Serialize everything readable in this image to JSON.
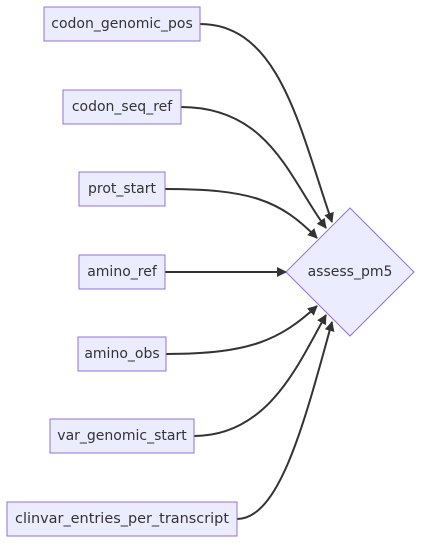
{
  "diagram": {
    "sources": [
      {
        "id": "codon_genomic_pos",
        "label": "codon_genomic_pos"
      },
      {
        "id": "codon_seq_ref",
        "label": "codon_seq_ref"
      },
      {
        "id": "prot_start",
        "label": "prot_start"
      },
      {
        "id": "amino_ref",
        "label": "amino_ref"
      },
      {
        "id": "amino_obs",
        "label": "amino_obs"
      },
      {
        "id": "var_genomic_start",
        "label": "var_genomic_start"
      },
      {
        "id": "clinvar_entries_per_transcript",
        "label": "clinvar_entries_per_transcript"
      }
    ],
    "target": {
      "id": "assess_pm5",
      "label": "assess_pm5"
    },
    "colors": {
      "node_fill": "#ECECFF",
      "node_stroke": "#9370DB",
      "edge": "#333333",
      "text": "#333333"
    }
  }
}
